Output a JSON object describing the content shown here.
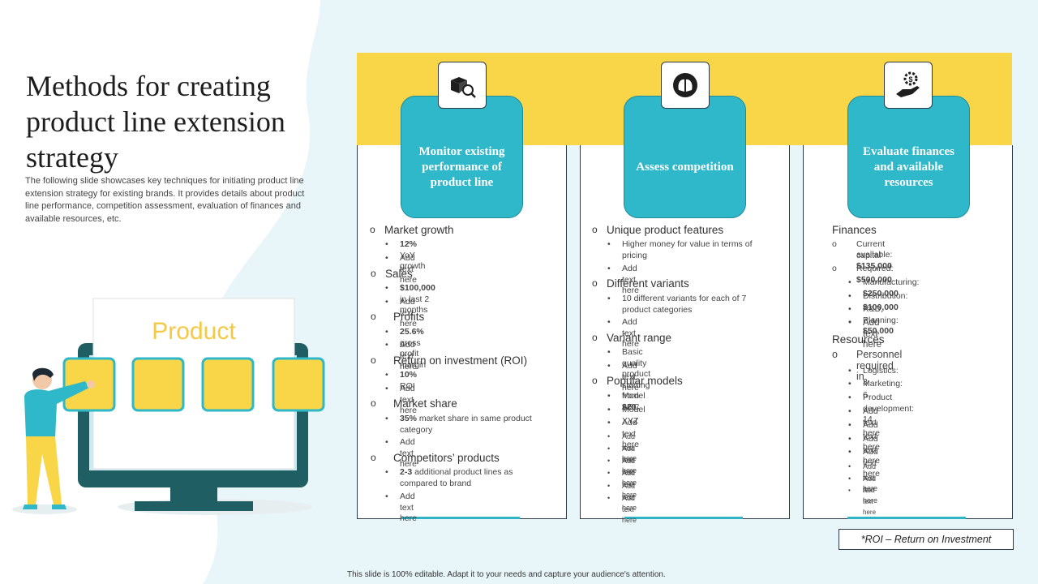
{
  "title": "Methods for creating product line extension strategy",
  "subtitle": "The following slide showcases key techniques for initiating product line extension strategy for existing brands. It provides details about product line performance, competition assessment, evaluation of finances and available resources, etc.",
  "illustration": {
    "label": "Product"
  },
  "columns": [
    {
      "heading": "Monitor existing performance of product line",
      "icon": "box-search-icon",
      "groups": [
        {
          "title": "Market growth",
          "items": [
            "12% YoY growth",
            "Add text here"
          ]
        },
        {
          "title": "Sales",
          "items": [
            "$100,000 in last 2 months",
            "Add text here"
          ]
        },
        {
          "title": "Profits",
          "items": [
            "25.6% gross profit margin",
            "Add text here"
          ]
        },
        {
          "title": "Return on investment (ROI)",
          "items": [
            "10% ROI",
            "Add text here"
          ]
        },
        {
          "title": "Market share",
          "items": [
            "35% market share in same product category",
            "Add text here"
          ]
        },
        {
          "title": "Competitors’ products",
          "items": [
            "2-3 additional product lines as compared to brand",
            "Add text here"
          ]
        }
      ]
    },
    {
      "heading": "Assess competition",
      "icon": "competition-heads-icon",
      "groups": [
        {
          "title": "Unique product features",
          "items": [
            "Higher money for value in terms of pricing",
            "Add text here"
          ]
        },
        {
          "title": "Different variants",
          "items": [
            "10 different variants for each of 7 product categories",
            "Add text here"
          ]
        },
        {
          "title": "Variant range",
          "items": [
            "Basic quality product starting from $20",
            "Add text here"
          ]
        },
        {
          "title": "Popular models",
          "items": [
            "Model ABC",
            "Model XYZ",
            "Add text here",
            "Add text here",
            "Add text here",
            "Add text here",
            "Add text here",
            "Add text here",
            "Add text here"
          ]
        }
      ]
    },
    {
      "heading": "Evaluate finances and available resources",
      "icon": "money-hand-icon",
      "finances_title": "Finances",
      "capital_line1": "Current capital",
      "capital_line2": "available: $135,000",
      "required": "Required: $500,000",
      "req_items": [
        "Manufacturing: $250,000",
        "Distribution: $100,000",
        "R&D, Planning:  $50,000",
        "Add text here"
      ],
      "resources_title": "Resources",
      "personnel": "Personnel required  in",
      "personnel_items": [
        "Logistics: 3",
        "Marketing: 6",
        "Product development: 14",
        "Add text here",
        "Add text here",
        "Add text here",
        "Add text here",
        "Add text here",
        "Add text here",
        "Add text here"
      ]
    }
  ],
  "footnote": "*ROI – Return  on Investment",
  "bottom_note": "This slide is 100% editable.  Adapt it to your needs and capture your audience's attention.",
  "colors": {
    "teal": "#2eb8c9",
    "yellow": "#f8d648",
    "dark": "#1f5f63",
    "light_bg": "#e8f6fa"
  }
}
